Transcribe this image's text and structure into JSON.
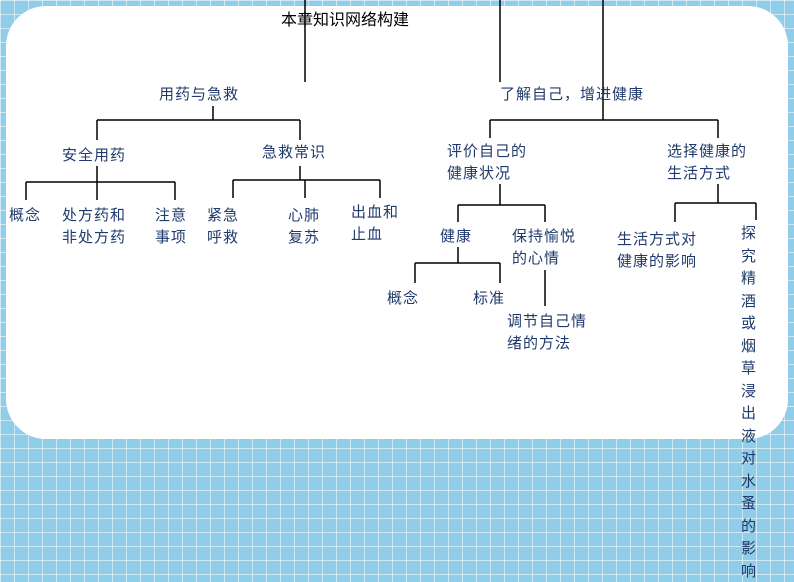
{
  "diagram": {
    "title": "本章知识网络构建",
    "branches": [
      {
        "label": "用药与急救",
        "children": [
          {
            "label": "安全用药",
            "children": [
              "概念",
              "处方药和\n非处方药",
              "注意\n事项"
            ]
          },
          {
            "label": "急救常识",
            "children": [
              "紧急\n呼救",
              "心肺\n复苏",
              "出血和\n止血"
            ]
          }
        ]
      },
      {
        "label": "了解自己，增进健康",
        "children": [
          {
            "label": "评价自己的\n健康状况",
            "children": [
              {
                "label": "健康",
                "children": [
                  "概念",
                  "标准"
                ]
              },
              {
                "label": "保持愉悦\n的心情",
                "children": [
                  "调节自己情\n绪的方法"
                ]
              }
            ]
          },
          {
            "label": "选择健康的\n生活方式",
            "children": [
              "生活方式对\n健康的影响",
              "探究精酒或烟草浸出液对水蚤的影响"
            ]
          }
        ]
      }
    ]
  }
}
